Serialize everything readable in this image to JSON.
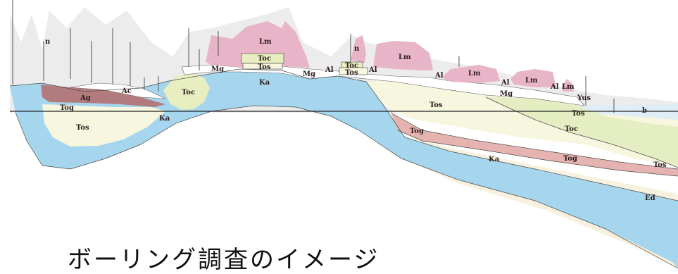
{
  "caption": "ボーリング調査のイメージ",
  "colors": {
    "Lm": "#e8b4c8",
    "Ka": "#9fd3ec",
    "Toc": "#e7eec0",
    "Tos": "#f7f6df",
    "Ag": "#b07a7c",
    "Tog": "#e6b6b0",
    "Ed": "#f8f1df",
    "Mg": "#ffffff",
    "fill": "#e9e9e9",
    "sea": "#d7e9f2"
  },
  "labels": {
    "n1": "n",
    "n2": "n",
    "ag": "Ag",
    "ac": "Ac",
    "tog1": "Tog",
    "tos1": "Tos",
    "ka1": "Ka",
    "toc1": "Toc",
    "mg1": "Mg",
    "lm1": "Lm",
    "toc2": "Toc",
    "tos2": "Tos",
    "ka2": "Ka",
    "mg2": "Mg",
    "al1": "Al",
    "toc3": "Toc",
    "tos3": "Tos",
    "al2": "Al",
    "lm2": "Lm",
    "al3": "Al",
    "lm3": "Lm",
    "al4": "Al",
    "lm4": "Lm",
    "al5": "Al",
    "lm5": "Lm",
    "yus": "Yus",
    "mg3": "Mg",
    "tos4": "Tos",
    "tos5": "Tos",
    "b": "b",
    "toc4": "Toc",
    "tog2": "Tog",
    "ka3": "Ka",
    "tog3": "Tog",
    "tos6": "Tos",
    "ed": "Ed"
  }
}
